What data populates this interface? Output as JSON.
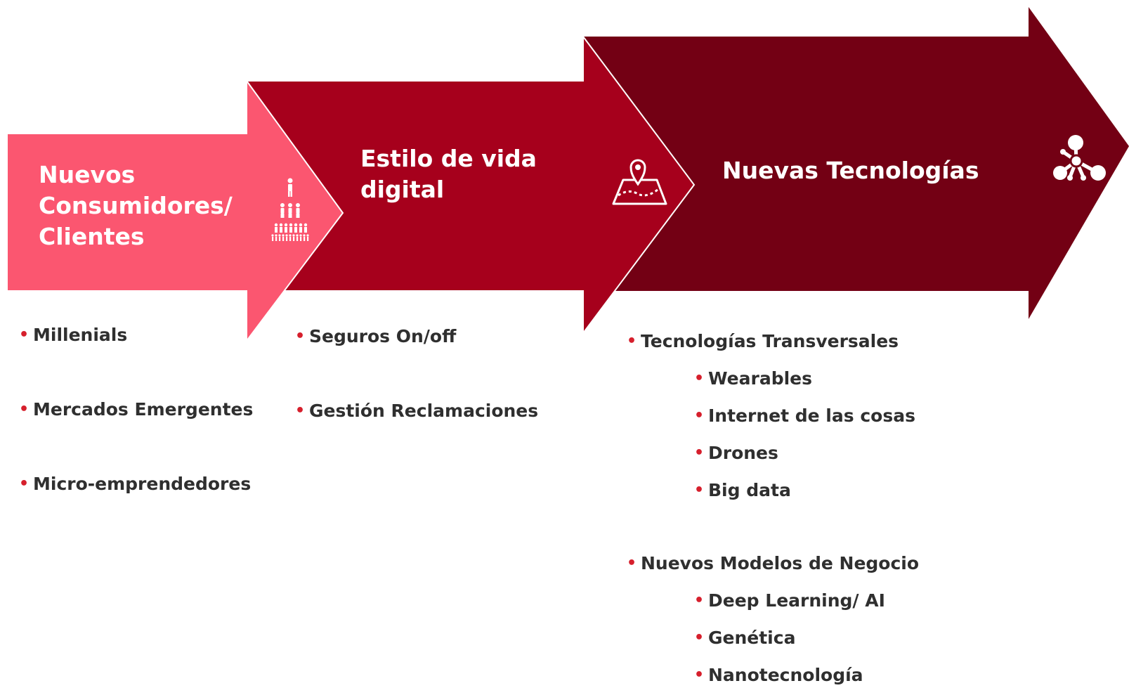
{
  "colors": {
    "arrow1": "#fb5670",
    "arrow2": "#a6001c",
    "arrow3": "#730014",
    "bullet": "#d61f2c",
    "text": "#2f2f2f"
  },
  "stages": [
    {
      "title": "Nuevos\nConsumidores/\nClientes",
      "icon": "people-pyramid-icon",
      "items": [
        "Millenials",
        "Mercados Emergentes",
        "Micro-emprendedores"
      ]
    },
    {
      "title": "Estilo de vida\ndigital",
      "icon": "map-pin-icon",
      "items": [
        "Seguros On/off",
        "Gestión Reclamaciones"
      ]
    },
    {
      "title": "Nuevas Tecnologías",
      "icon": "network-hub-icon",
      "groups": [
        {
          "label": "Tecnologías Transversales",
          "subitems": [
            "Wearables",
            "Internet de las cosas",
            "Drones",
            "Big data"
          ]
        },
        {
          "label": "Nuevos Modelos de Negocio",
          "subitems": [
            "Deep Learning/ AI",
            "Genética",
            "Nanotecnología"
          ]
        }
      ]
    }
  ]
}
